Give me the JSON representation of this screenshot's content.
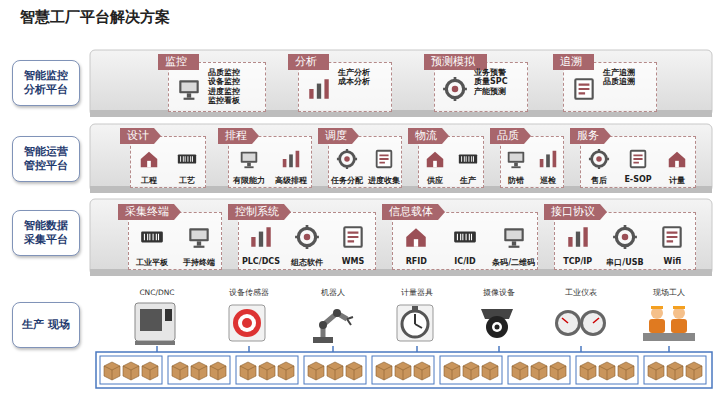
{
  "diagram": {
    "title": "智慧工厂平台解决方案",
    "nodes": [
      {
        "text": [
          "智能监控分析平台"
        ]
      },
      {
        "text": [
          "监控",
          "品质监控 设备监控 进度监控 监控看板"
        ]
      },
      {
        "text": [
          "分析",
          "生产分析 成本分析"
        ]
      },
      {
        "text": [
          "预测模拟",
          "业务预警 质量SPC 产能预测"
        ]
      },
      {
        "text": [
          "追溯",
          "生产追溯 品质追溯"
        ]
      },
      {
        "text": [
          "智能运营管控平台"
        ]
      },
      {
        "text": [
          "设计",
          "工程",
          "工艺"
        ]
      },
      {
        "text": [
          "排程",
          "有限能力",
          "高级排程"
        ]
      },
      {
        "text": [
          "调度",
          "任务分配",
          "进度收集"
        ]
      },
      {
        "text": [
          "物流",
          "供应",
          "生产"
        ]
      },
      {
        "text": [
          "品质",
          "防错",
          "巡检"
        ]
      },
      {
        "text": [
          "服务",
          "售后",
          "E-SOP",
          "计量"
        ]
      },
      {
        "text": [
          "智能数据采集平台"
        ]
      },
      {
        "text": [
          "采集终端",
          "工业平板",
          "手持终端"
        ]
      },
      {
        "text": [
          "控制系统",
          "PLC/DCS",
          "组态软件",
          "WMS"
        ]
      },
      {
        "text": [
          "信息载体",
          "RFID",
          "IC/ID",
          "条码/二维码"
        ]
      },
      {
        "text": [
          "接口协议",
          "TCP/IP",
          "串口/USB",
          "Wifi"
        ]
      },
      {
        "text": [
          "生产 现场"
        ]
      },
      {
        "text": [
          "CNC/DNC"
        ]
      },
      {
        "text": [
          "设备传感器"
        ]
      },
      {
        "text": [
          "机器人"
        ]
      },
      {
        "text": [
          "计量器具"
        ]
      },
      {
        "text": [
          "摄像设备"
        ]
      },
      {
        "text": [
          "工业仪表"
        ]
      },
      {
        "text": [
          "现场工人"
        ]
      }
    ]
  }
}
